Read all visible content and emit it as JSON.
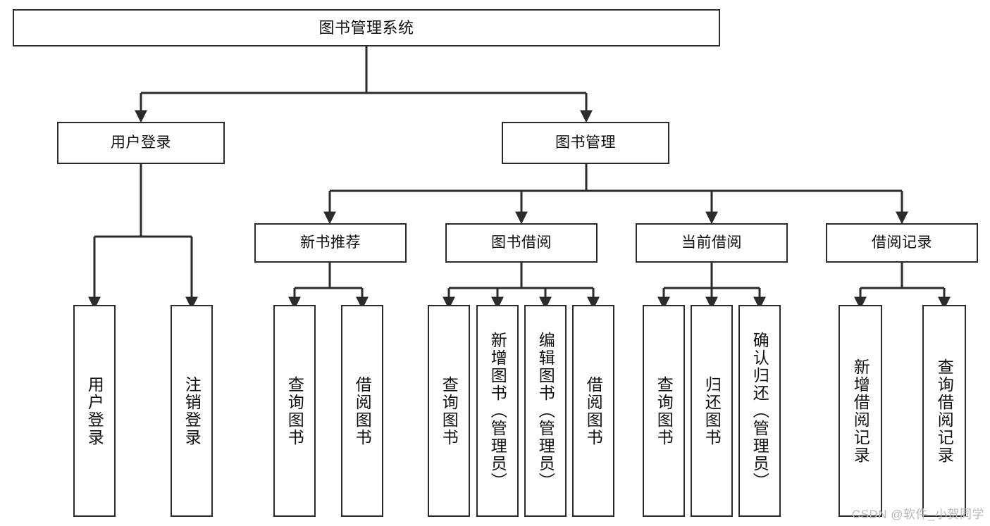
{
  "diagram": {
    "title": "图书管理系统",
    "type": "tree-hierarchy",
    "watermark": "CSDN @软件_小贺同学",
    "colors": {
      "stroke": "#2b2b2b",
      "fill": "#ffffff",
      "text": "#111111",
      "watermark": "#b9b9b9"
    }
  },
  "root": {
    "label": "图书管理系统"
  },
  "level1": [
    {
      "id": "user-login",
      "label": "用户登录"
    },
    {
      "id": "book-manage",
      "label": "图书管理"
    }
  ],
  "level2": [
    {
      "id": "new-book-recommend",
      "label": "新书推荐"
    },
    {
      "id": "book-borrow",
      "label": "图书借阅"
    },
    {
      "id": "current-borrow",
      "label": "当前借阅"
    },
    {
      "id": "borrow-record",
      "label": "借阅记录"
    }
  ],
  "leaves": {
    "user_login": [
      {
        "id": "leaf-user-login",
        "label": "用户登录"
      },
      {
        "id": "leaf-logout",
        "label": "注销登录"
      }
    ],
    "new_book_recommend": [
      {
        "id": "leaf-query-book-1",
        "label": "查询图书"
      },
      {
        "id": "leaf-borrow-book-1",
        "label": "借阅图书"
      }
    ],
    "book_borrow": [
      {
        "id": "leaf-query-book-2",
        "label": "查询图书"
      },
      {
        "id": "leaf-add-book",
        "label": "新增图书（管理员）"
      },
      {
        "id": "leaf-edit-book",
        "label": "编辑图书（管理员）"
      },
      {
        "id": "leaf-borrow-book-2",
        "label": "借阅图书"
      }
    ],
    "current_borrow": [
      {
        "id": "leaf-query-book-3",
        "label": "查询图书"
      },
      {
        "id": "leaf-return-book",
        "label": "归还图书"
      },
      {
        "id": "leaf-confirm-return",
        "label": "确认归还（管理员）"
      }
    ],
    "borrow_record": [
      {
        "id": "leaf-add-record",
        "label": "新增借阅记录"
      },
      {
        "id": "leaf-query-record",
        "label": "查询借阅记录"
      }
    ]
  }
}
